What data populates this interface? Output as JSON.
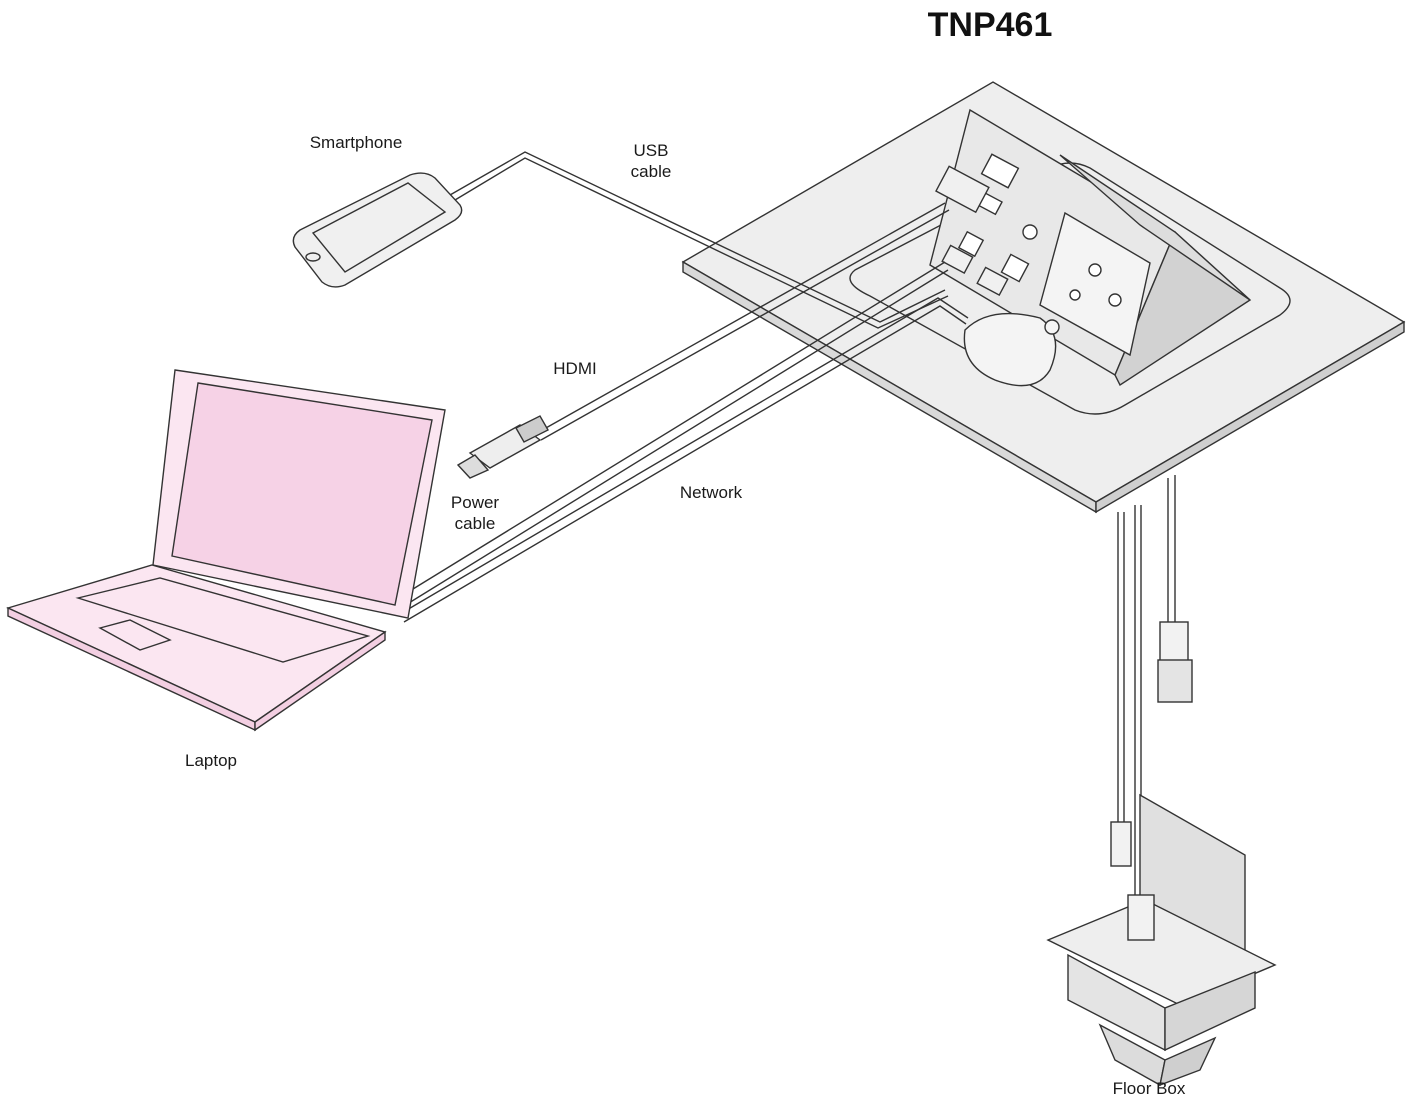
{
  "title": "TNP461",
  "labels": {
    "smartphone": "Smartphone",
    "usb_cable_line1": "USB",
    "usb_cable_line2": "cable",
    "hdmi": "HDMI",
    "power_cable_line1": "Power",
    "power_cable_line2": "cable",
    "network": "Network",
    "laptop": "Laptop",
    "floor_box": "Floor Box"
  },
  "colors": {
    "surface": "#eeeeee",
    "surface_dark": "#d8d8d8",
    "laptop_fill": "#fbe6f1",
    "laptop_screen": "#f6d2e6",
    "outline": "#333333"
  }
}
